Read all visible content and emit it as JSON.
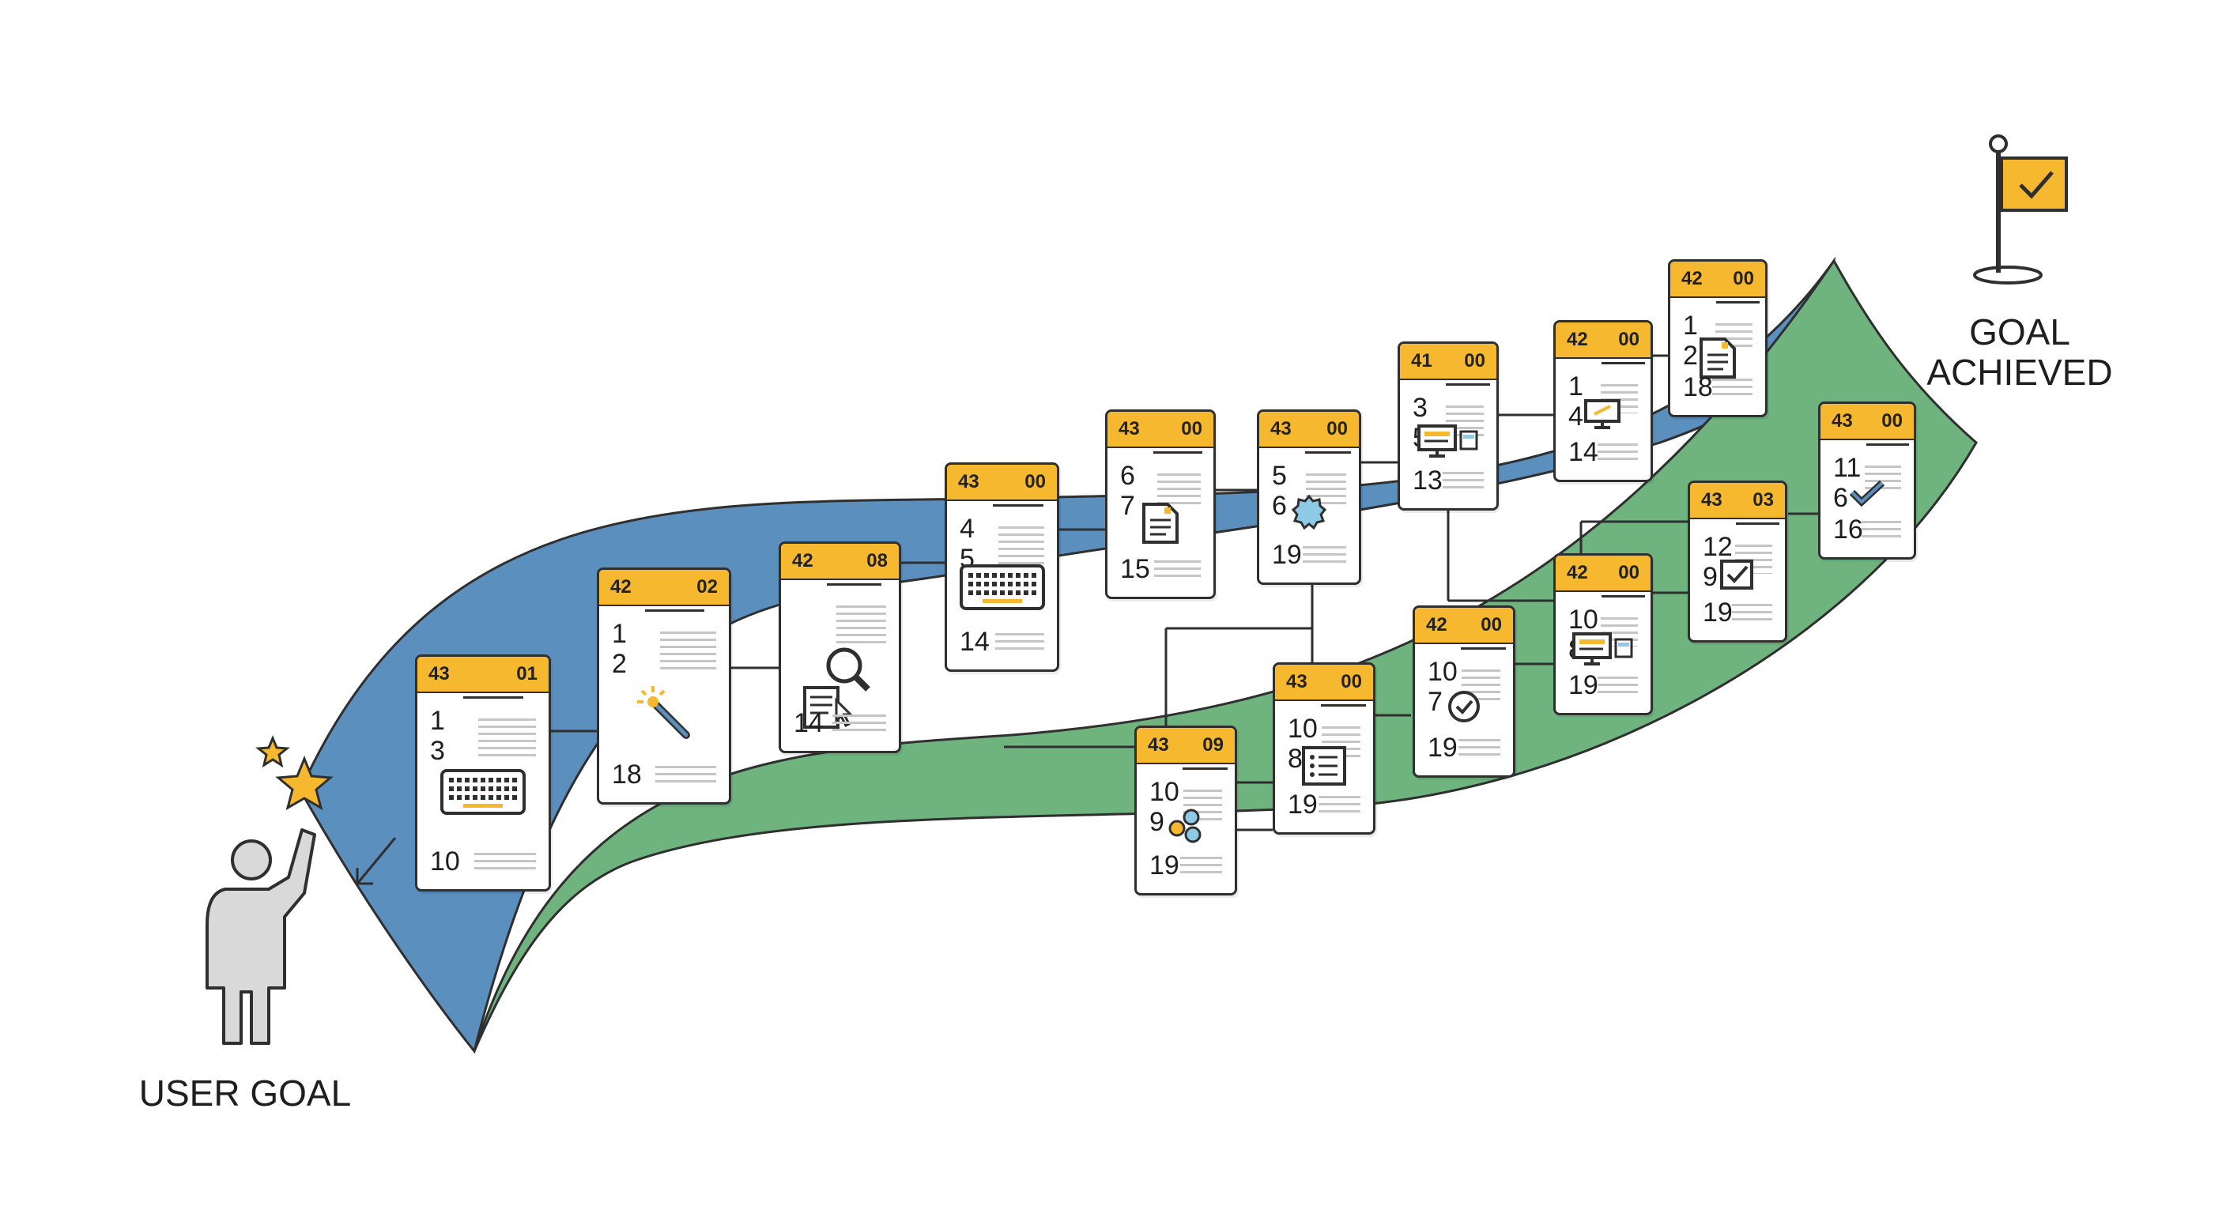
{
  "labels": {
    "start": "USER GOAL",
    "end_line1": "GOAL",
    "end_line2": "ACHIEVED"
  },
  "colors": {
    "blue_ribbon": "#5b8fbd",
    "green_ribbon": "#6fb37f",
    "card_header": "#f5b82e",
    "outline": "#2f2f2f",
    "star": "#f5b82e",
    "person": "#d9d9d9"
  },
  "cards": [
    {
      "id": "c1",
      "hl": "43",
      "hr": "01",
      "n1": "1",
      "n2": "3",
      "nb": "10",
      "icon": "keyboard-icon"
    },
    {
      "id": "c2",
      "hl": "42",
      "hr": "02",
      "n1": "1",
      "n2": "2",
      "nb": "18",
      "icon": "magic-wand-icon"
    },
    {
      "id": "c3",
      "hl": "42",
      "hr": "08",
      "n1": "",
      "n2": "",
      "nb": "14",
      "icon": "search-document-icon"
    },
    {
      "id": "c4",
      "hl": "43",
      "hr": "00",
      "n1": "4",
      "n2": "5",
      "nb": "14",
      "icon": "keyboard-icon"
    },
    {
      "id": "c5",
      "hl": "43",
      "hr": "00",
      "n1": "6",
      "n2": "7",
      "nb": "15",
      "icon": "document-icon"
    },
    {
      "id": "c6",
      "hl": "43",
      "hr": "00",
      "n1": "5",
      "n2": "6",
      "nb": "19",
      "icon": "gear-icon"
    },
    {
      "id": "c7",
      "hl": "41",
      "hr": "00",
      "n1": "3",
      "n2": "5",
      "nb": "13",
      "icon": "monitor-icon"
    },
    {
      "id": "c8",
      "hl": "42",
      "hr": "00",
      "n1": "1",
      "n2": "4",
      "nb": "14",
      "icon": "monitor-edit-icon"
    },
    {
      "id": "c9",
      "hl": "42",
      "hr": "00",
      "n1": "1",
      "n2": "2",
      "nb": "18",
      "icon": "document-icon"
    },
    {
      "id": "c10",
      "hl": "43",
      "hr": "09",
      "n1": "10",
      "n2": "9",
      "nb": "19",
      "icon": "molecule-icon"
    },
    {
      "id": "c11",
      "hl": "43",
      "hr": "00",
      "n1": "10",
      "n2": "8",
      "nb": "19",
      "icon": "list-icon"
    },
    {
      "id": "c12",
      "hl": "42",
      "hr": "00",
      "n1": "10",
      "n2": "7",
      "nb": "19",
      "icon": "shield-check-icon"
    },
    {
      "id": "c13",
      "hl": "42",
      "hr": "00",
      "n1": "10",
      "n2": "8",
      "nb": "19",
      "icon": "monitor-icon"
    },
    {
      "id": "c14",
      "hl": "43",
      "hr": "03",
      "n1": "12",
      "n2": "9",
      "nb": "19",
      "icon": "checkbox-icon"
    },
    {
      "id": "c15",
      "hl": "43",
      "hr": "00",
      "n1": "11",
      "n2": "6",
      "nb": "16",
      "icon": "checkmark-icon"
    }
  ]
}
